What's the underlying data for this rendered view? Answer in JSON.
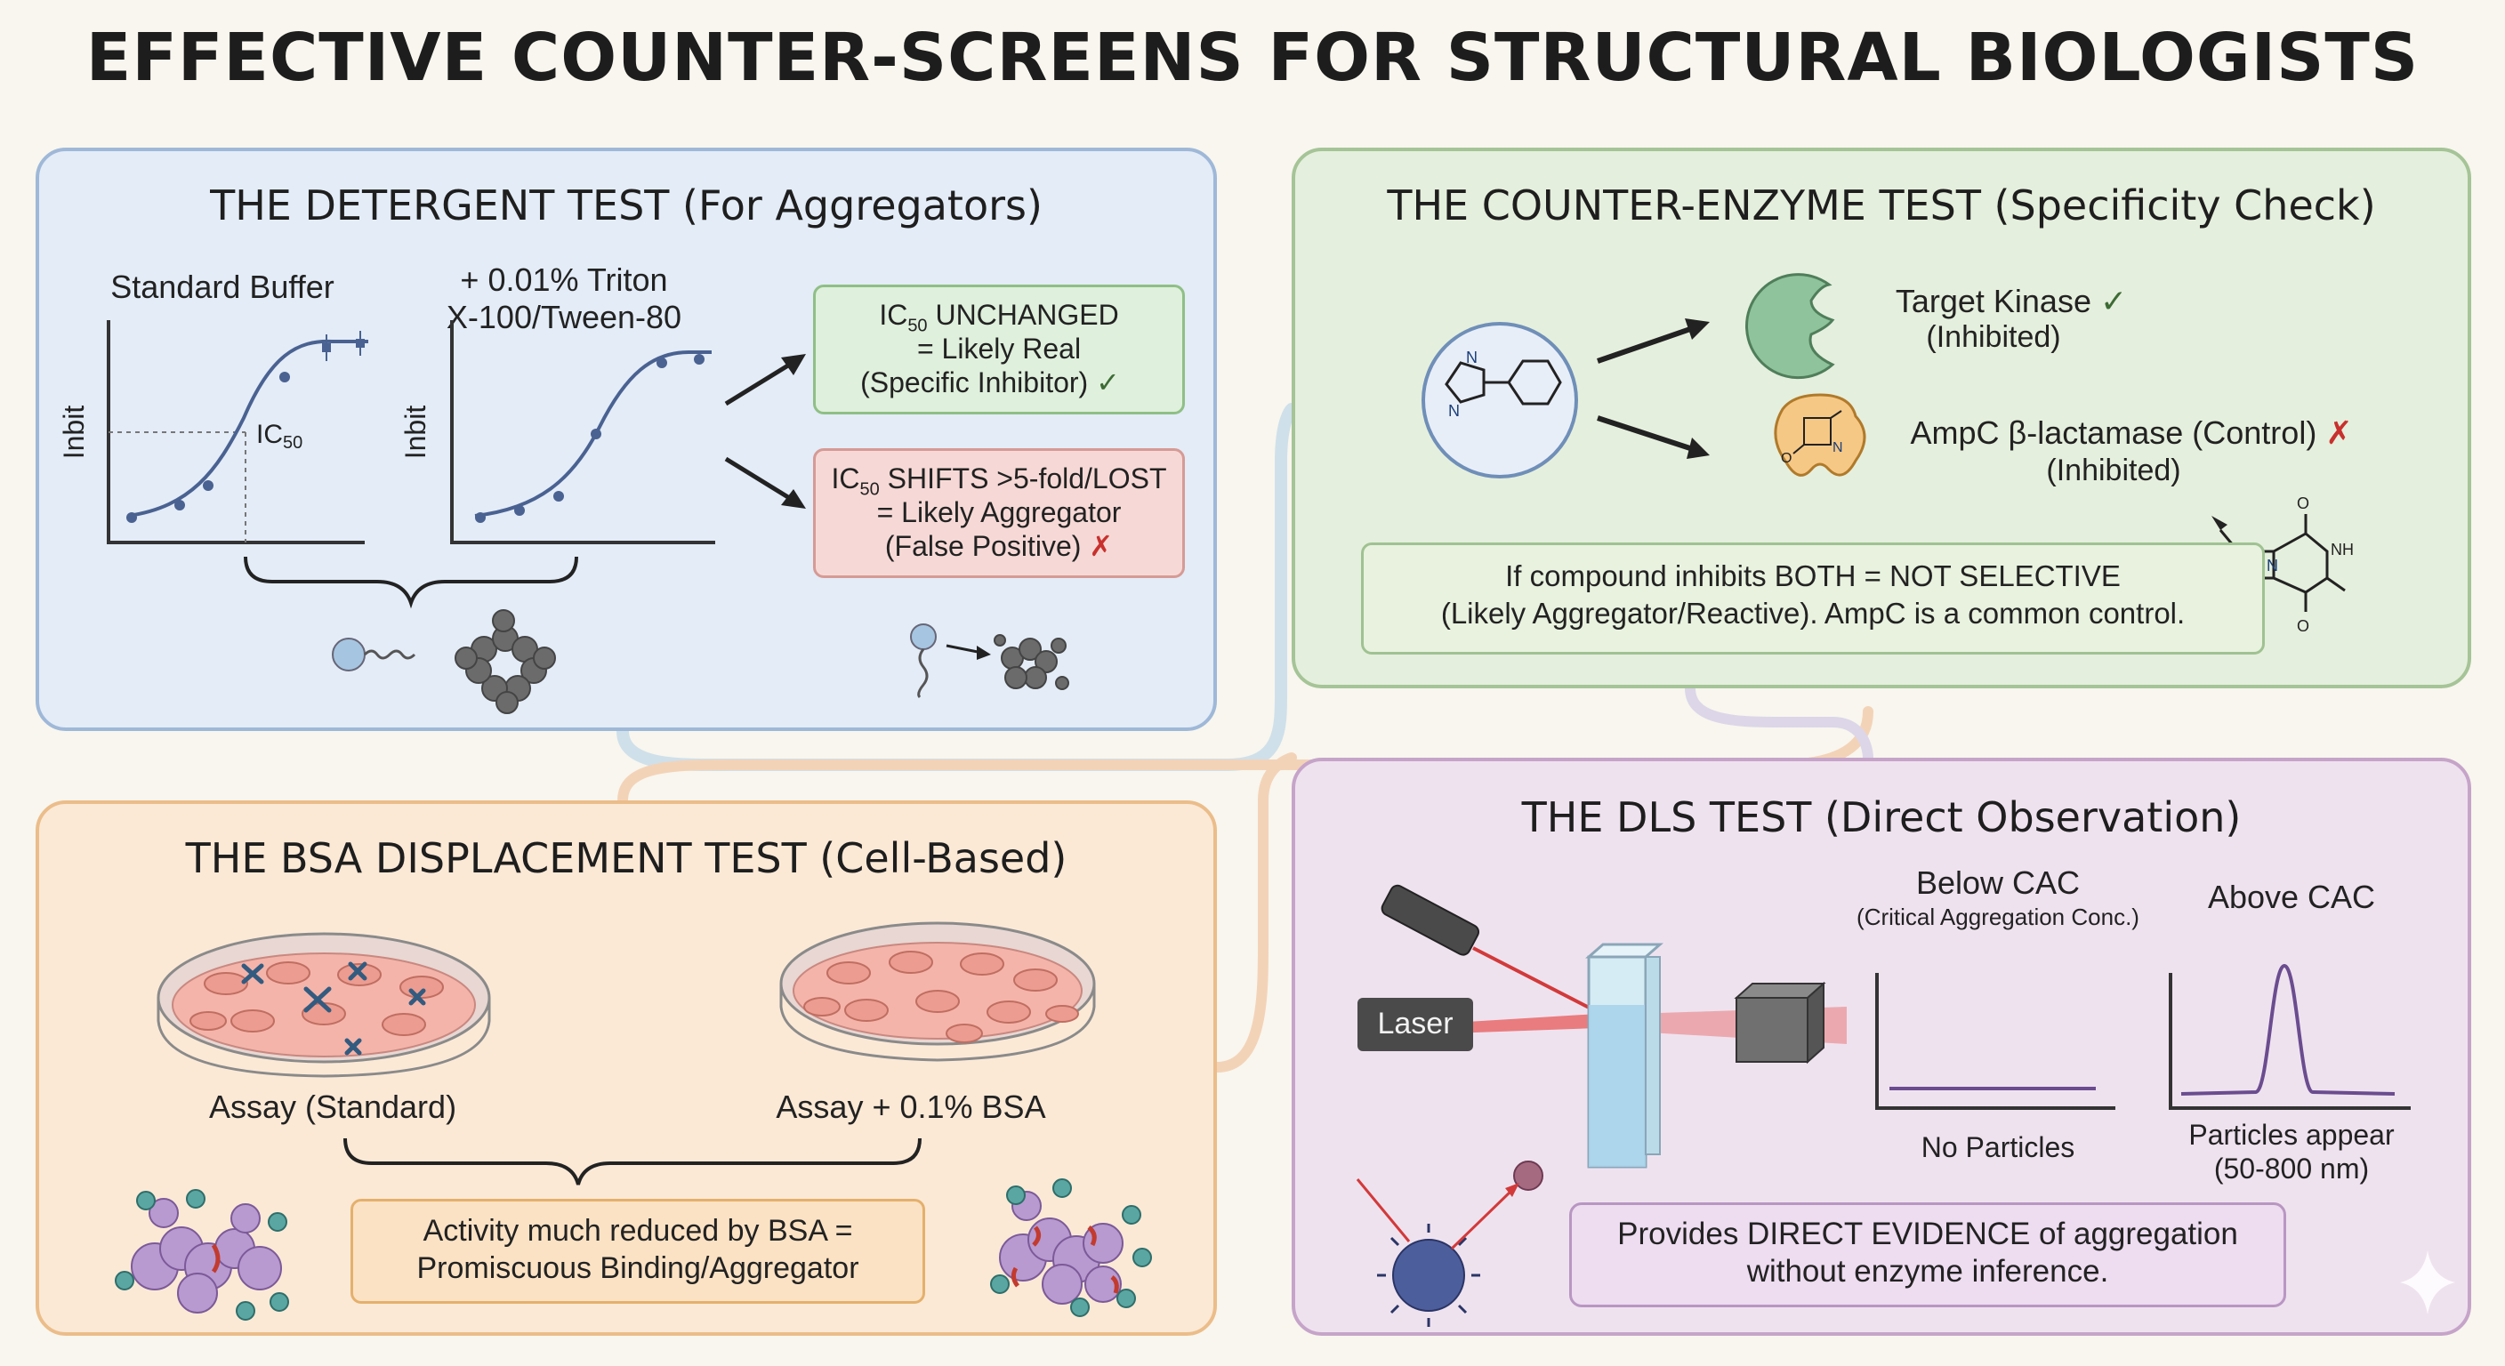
{
  "title": "EFFECTIVE COUNTER-SCREENS FOR STRUCTURAL BIOLOGISTS",
  "detergent": {
    "title": "THE DETERGENT TEST (For Aggregators)",
    "plot1_title": "Standard Buffer",
    "plot2_title_line1": "+ 0.01% Triton",
    "plot2_title_line2": "X-100/Tween-80",
    "ylabel": "Inbit",
    "ic50_label": "IC",
    "ic50_sub": "50",
    "result_ok_line1_pre": "IC",
    "result_ok_line1_sub": "50",
    "result_ok_line1_post": " UNCHANGED",
    "result_ok_line2": "= Likely Real",
    "result_ok_line3": "(Specific Inhibitor)",
    "result_bad_line1_pre": "IC",
    "result_bad_line1_sub": "50",
    "result_bad_line1_post": " SHIFTS >5-fold/LOST",
    "result_bad_line2": "= Likely Aggregator",
    "result_bad_line3": "(False Positive)",
    "check_mark": "✓",
    "cross_mark": "✗"
  },
  "counter": {
    "title": "THE COUNTER-ENZYME TEST (Specificity Check)",
    "target_line1": "Target Kinase",
    "target_line2": "(Inhibited)",
    "control_line1": "AmpC β-lactamase (Control)",
    "control_line2": "(Inhibited)",
    "note_line1": "If compound inhibits BOTH = NOT SELECTIVE",
    "note_line2": "(Likely Aggregator/Reactive). AmpC is a common control.",
    "atom_n": "N",
    "atom_o": "O",
    "atom_nh": "NH",
    "check_mark": "✓",
    "cross_mark": "✗"
  },
  "bsa": {
    "title": "THE BSA DISPLACEMENT TEST (Cell-Based)",
    "dish1_label": "Assay (Standard)",
    "dish2_label": "Assay + 0.1% BSA",
    "note_line1": "Activity much reduced by BSA =",
    "note_line2": "Promiscuous Binding/Aggregator"
  },
  "dls": {
    "title": "THE DLS TEST (Direct Observation)",
    "laser_label": "Laser",
    "below_title": "Below CAC",
    "below_subtitle": "(Critical Aggregation Conc.)",
    "below_caption": "No Particles",
    "above_title": "Above CAC",
    "above_caption_line1": "Particles appear",
    "above_caption_line2": "(50-800 nm)",
    "note_line1": "Provides DIRECT EVIDENCE of aggregation",
    "note_line2": "without enzyme inference."
  },
  "colors": {
    "blue_panel": "#e3ecf7",
    "green_panel": "#e5efdd",
    "orange_panel": "#fbe9d6",
    "purple_panel": "#efe2ef",
    "curve": "#4a6291",
    "laser": "#d23a3a"
  }
}
